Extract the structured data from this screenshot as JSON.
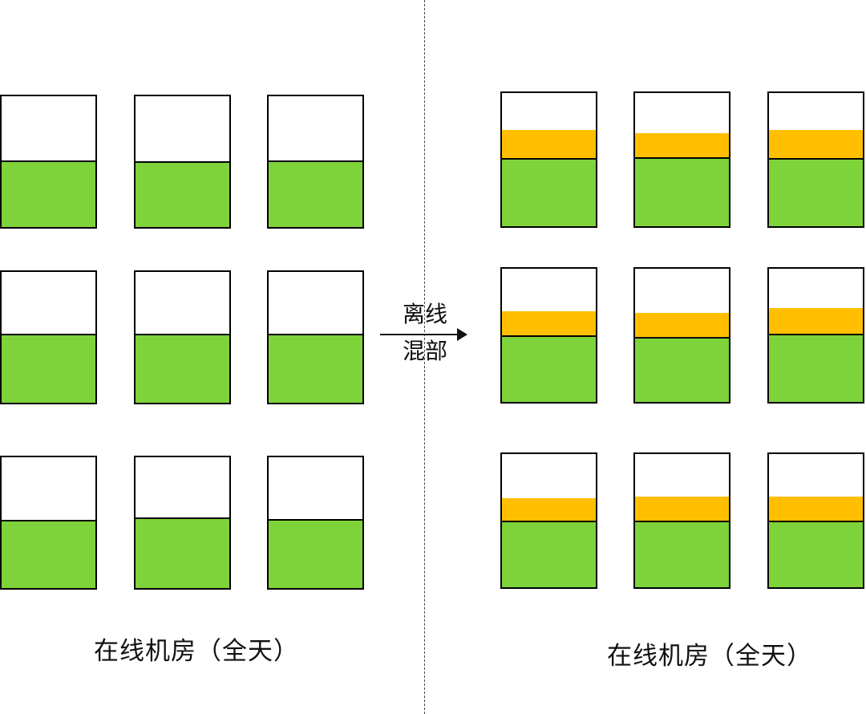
{
  "left_panel": {
    "caption": "在线机房（全天）"
  },
  "right_panel": {
    "caption": "在线机房（全天）"
  },
  "arrow": {
    "label_line1": "离线",
    "label_line2": "混部"
  },
  "colors": {
    "online_load": "#7ed33a",
    "offline_load": "#ffbf00",
    "border": "#000000"
  },
  "left_grid": [
    {
      "online_fill": 0.51
    },
    {
      "online_fill": 0.5
    },
    {
      "online_fill": 0.51
    },
    {
      "online_fill": 0.53
    },
    {
      "online_fill": 0.53
    },
    {
      "online_fill": 0.53
    },
    {
      "online_fill": 0.52
    },
    {
      "online_fill": 0.54
    },
    {
      "online_fill": 0.53
    }
  ],
  "right_grid": [
    {
      "online_fill": 0.51,
      "offline_fill": 0.21
    },
    {
      "online_fill": 0.52,
      "offline_fill": 0.18
    },
    {
      "online_fill": 0.51,
      "offline_fill": 0.21
    },
    {
      "online_fill": 0.5,
      "offline_fill": 0.18
    },
    {
      "online_fill": 0.49,
      "offline_fill": 0.18
    },
    {
      "online_fill": 0.51,
      "offline_fill": 0.19
    },
    {
      "online_fill": 0.5,
      "offline_fill": 0.17
    },
    {
      "online_fill": 0.5,
      "offline_fill": 0.18
    },
    {
      "online_fill": 0.5,
      "offline_fill": 0.18
    }
  ]
}
